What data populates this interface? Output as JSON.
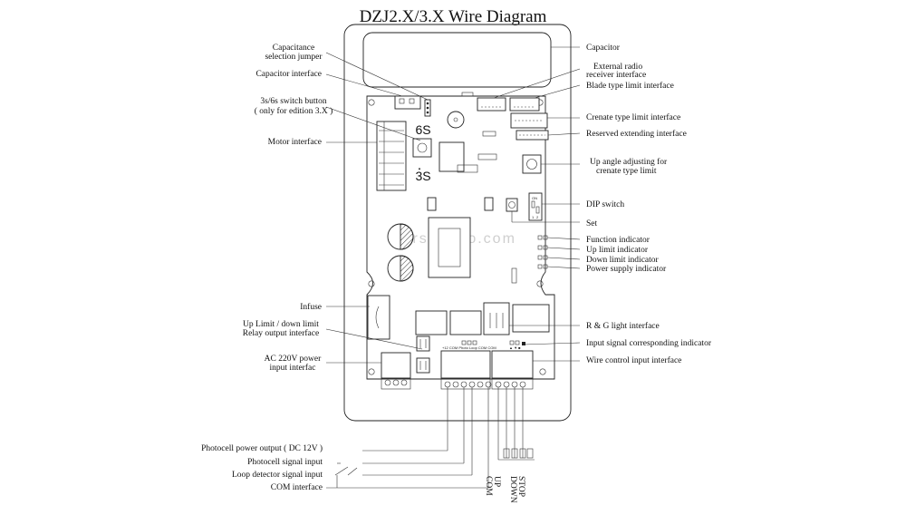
{
  "title": "DZJ2.X/3.X Wire Diagram",
  "watermark": "mrsmarco.com",
  "board_marks": {
    "six_s": "6S",
    "three_s": "3S",
    "dip_on": "ON",
    "dip_1": "1",
    "dip_2": "2"
  },
  "terminal_text": {
    "left_block": "+12  COM  Photo  Loop  COM  COM",
    "right_block": "▲  ▼  ■"
  },
  "labels_right": {
    "capacitor": "Capacitor",
    "external_radio_1": "External radio",
    "external_radio_2": "receiver interface",
    "blade_limit": "Blade type limit interface",
    "crenate_limit": "Crenate type limit interface",
    "reserved": "Reserved extending interface",
    "up_angle_1": "Up angle adjusting for",
    "up_angle_2": "crenate type limit",
    "dip_switch": "DIP switch",
    "set": "Set",
    "function_indicator": "Function indicator",
    "up_limit_indicator": "Up limit indicator",
    "down_limit_indicator": "Down limit indicator",
    "power_supply_indicator": "Power supply indicator",
    "rg_light": "R & G light interface",
    "input_signal_indicator": "Input signal corresponding indicator",
    "wire_control": "Wire control input interface"
  },
  "labels_left": {
    "cap_jumper_1": "Capacitance",
    "cap_jumper_2": "selection jumper",
    "cap_interface": "Capacitor interface",
    "switch_button_1": "3s/6s switch button",
    "switch_button_2": "( only for edition 3.X )",
    "motor_interface": "Motor interface",
    "infuse": "Infuse",
    "relay_output_1": "Up Limit / down limit",
    "relay_output_2": "Relay output interface",
    "ac_power_1": "AC 220V power",
    "ac_power_2": "input interfac",
    "photocell_power": "Photocell power output ( DC 12V )",
    "photocell_signal": "Photocell signal input",
    "loop_detector": "Loop detector signal input",
    "com_interface": "COM interface"
  },
  "labels_bottom": {
    "up": "UP",
    "com": "COM",
    "down": "DOWN",
    "stop": "STOP"
  }
}
